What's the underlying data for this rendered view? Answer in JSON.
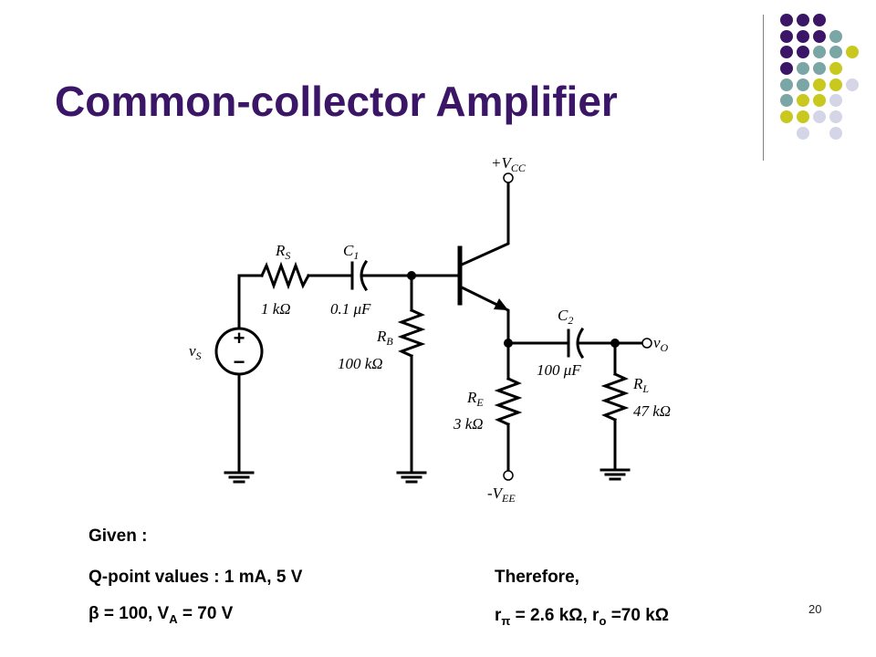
{
  "slide": {
    "title": "Common-collector Amplifier",
    "page_number": "20",
    "accent_colors": {
      "title": "#3b1566",
      "dot_purple": "#3b1566",
      "dot_teal": "#7aa6a6",
      "dot_yellow": "#c8c81e",
      "dot_lavender": "#d5d5e8"
    }
  },
  "circuit": {
    "vcc": {
      "main": "+V",
      "sub": "CC"
    },
    "vee": {
      "main": "-V",
      "sub": "EE"
    },
    "rs": {
      "name": "R",
      "sub": "S",
      "value": "1 kΩ"
    },
    "c1": {
      "name": "C",
      "sub": "1",
      "value": "0.1 μF"
    },
    "rb": {
      "name": "R",
      "sub": "B",
      "value": "100 kΩ"
    },
    "c2": {
      "name": "C",
      "sub": "2",
      "value": "100 μF"
    },
    "re": {
      "name": "R",
      "sub": "E",
      "value": "3 kΩ"
    },
    "rl": {
      "name": "R",
      "sub": "L",
      "value": "47 kΩ"
    },
    "vs": {
      "main": "v",
      "sub": "S"
    },
    "vo": {
      "main": "v",
      "sub": "O"
    },
    "source_plus": "+",
    "source_minus": "−"
  },
  "given": {
    "heading": "Given :",
    "qpoint": "Q-point values : 1 mA, 5 V",
    "beta_symbol": "β",
    "beta_text": " = 100, V",
    "va_sub": "A",
    "va_text": " = 70 V"
  },
  "therefore": {
    "heading": "Therefore,",
    "r_main": "r",
    "r_pi_sub": "π",
    "rpi_value": " = 2.6 kΩ, r",
    "ro_sub": "o",
    "ro_value": " =70 kΩ"
  }
}
